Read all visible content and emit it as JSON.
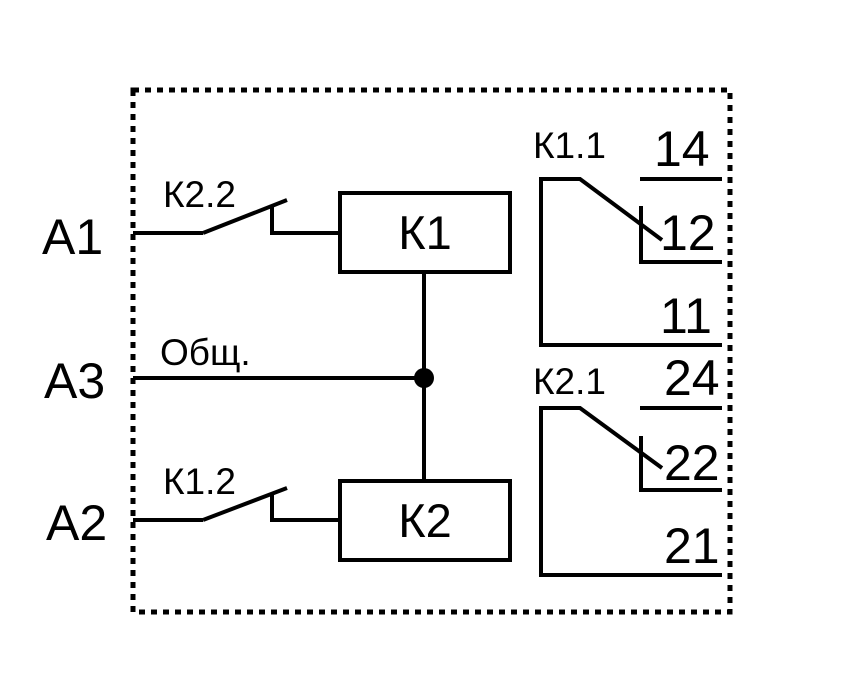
{
  "terminals": {
    "a1": "A1",
    "a3": "A3",
    "a2": "A2"
  },
  "common_label": "Общ.",
  "coils": {
    "k1": "К1",
    "k2": "К2"
  },
  "nc_contacts": {
    "k22": "К2.2",
    "k12": "К1.2"
  },
  "relay1": {
    "name": "К1.1",
    "pin_no": "14",
    "pin_nc": "12",
    "pin_com": "11"
  },
  "relay2": {
    "name": "К2.1",
    "pin_no": "24",
    "pin_nc": "22",
    "pin_com": "21"
  },
  "colors": {
    "ink": "#000000",
    "background": "#ffffff"
  }
}
